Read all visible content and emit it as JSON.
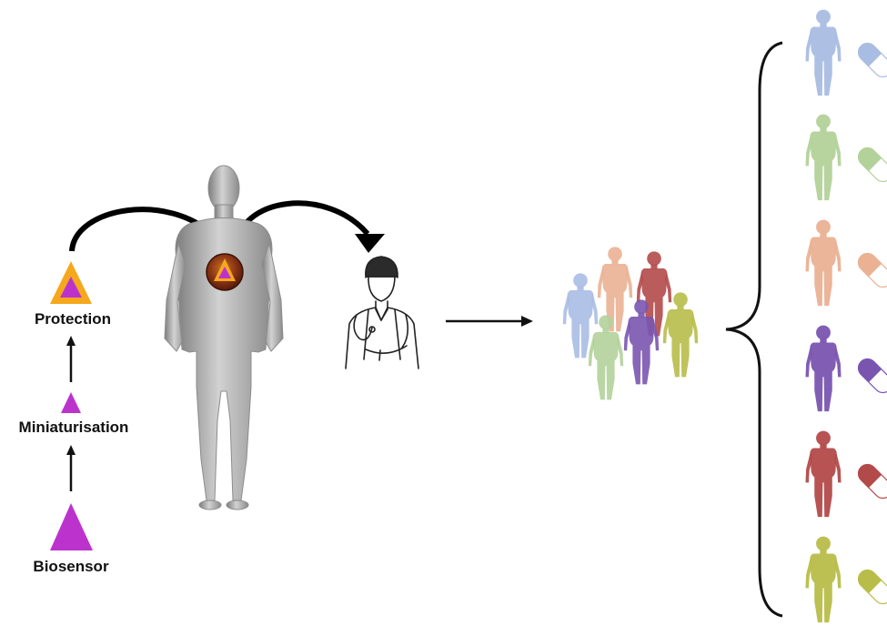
{
  "labels": {
    "protection": "Protection",
    "miniaturisation": "Miniaturisation",
    "biosensor": "Biosensor"
  },
  "icons": {
    "biosensor": "large-purple-triangle-icon",
    "miniaturised": "small-purple-triangle-icon",
    "protected": "purple-triangle-with-orange-coating-icon",
    "patient": "grey-human-body-icon",
    "implant": "implanted-sensor-icon",
    "doctor": "doctor-icon",
    "population": "diverse-population-icon",
    "personalised": "person-and-capsule-icon"
  },
  "colors": {
    "sensor": "#bb33cc",
    "coating": "#f5a81c",
    "arrow": "#111111",
    "body_grey": "#a9a9a9"
  },
  "population_colors": [
    "#a9bde3",
    "#eab193",
    "#b34a4a",
    "#b3d29a",
    "#7a55b0",
    "#b8bd49"
  ],
  "personalised_colors": [
    "#a9bde3",
    "#b3d29a",
    "#eab193",
    "#7a55b0",
    "#b34a4a",
    "#b8bd49"
  ]
}
